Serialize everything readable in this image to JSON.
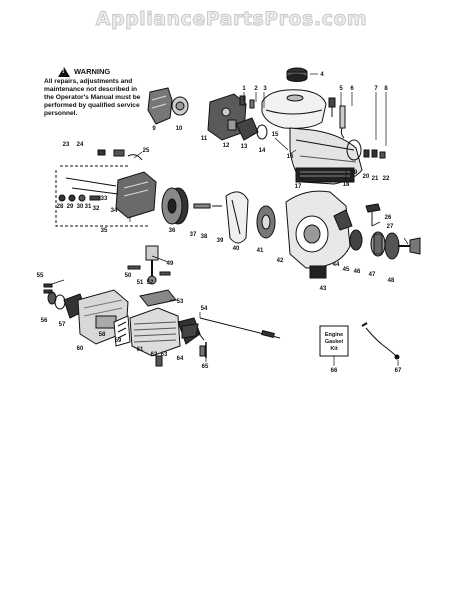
{
  "watermark": "AppliancePartsPros.com",
  "warning": {
    "title": "WARNING",
    "lines": [
      "All repairs, adjustments and",
      "maintenance not described in",
      "the Operator's Manual must be",
      "performed by qualified service",
      "personnel."
    ]
  },
  "kit_label": [
    "Engine",
    "Gasket",
    "Kit"
  ],
  "callouts": [
    {
      "n": "1"
    },
    {
      "n": "2"
    },
    {
      "n": "3"
    },
    {
      "n": "4"
    },
    {
      "n": "5"
    },
    {
      "n": "6"
    },
    {
      "n": "7"
    },
    {
      "n": "8"
    },
    {
      "n": "9"
    },
    {
      "n": "10"
    },
    {
      "n": "11"
    },
    {
      "n": "12"
    },
    {
      "n": "13"
    },
    {
      "n": "14"
    },
    {
      "n": "15"
    },
    {
      "n": "16"
    },
    {
      "n": "17"
    },
    {
      "n": "18"
    },
    {
      "n": "19"
    },
    {
      "n": "20"
    },
    {
      "n": "21"
    },
    {
      "n": "22"
    },
    {
      "n": "23"
    },
    {
      "n": "24"
    },
    {
      "n": "25"
    },
    {
      "n": "26"
    },
    {
      "n": "27"
    },
    {
      "n": "28"
    },
    {
      "n": "29"
    },
    {
      "n": "30"
    },
    {
      "n": "31"
    },
    {
      "n": "32"
    },
    {
      "n": "33"
    },
    {
      "n": "34"
    },
    {
      "n": "35"
    },
    {
      "n": "36"
    },
    {
      "n": "37"
    },
    {
      "n": "38"
    },
    {
      "n": "39"
    },
    {
      "n": "40"
    },
    {
      "n": "41"
    },
    {
      "n": "42"
    },
    {
      "n": "43"
    },
    {
      "n": "44"
    },
    {
      "n": "45"
    },
    {
      "n": "46"
    },
    {
      "n": "47"
    },
    {
      "n": "48"
    },
    {
      "n": "49"
    },
    {
      "n": "50"
    },
    {
      "n": "51"
    },
    {
      "n": "52"
    },
    {
      "n": "53"
    },
    {
      "n": "54"
    },
    {
      "n": "55"
    },
    {
      "n": "56"
    },
    {
      "n": "57"
    },
    {
      "n": "58"
    },
    {
      "n": "59"
    },
    {
      "n": "60"
    },
    {
      "n": "61"
    },
    {
      "n": "62"
    },
    {
      "n": "63"
    },
    {
      "n": "64"
    },
    {
      "n": "65"
    },
    {
      "n": "66"
    },
    {
      "n": "67"
    }
  ]
}
